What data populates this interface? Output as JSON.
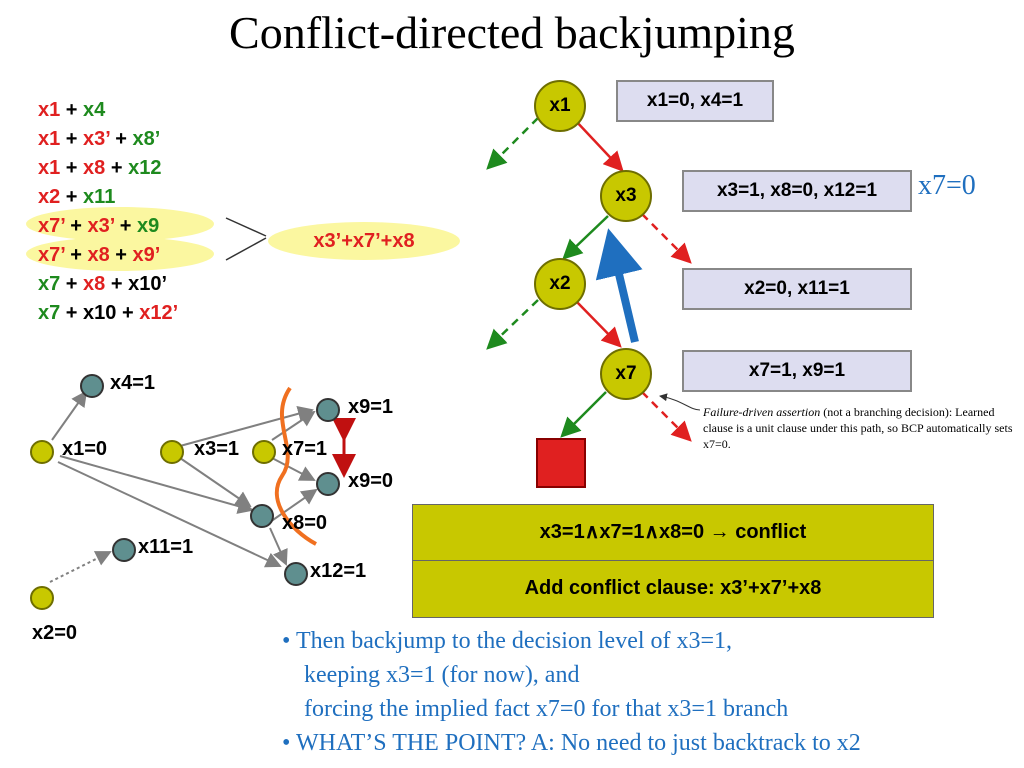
{
  "title": "Conflict-directed backjumping",
  "clauses": [
    [
      {
        "t": "x1",
        "c": "r"
      },
      {
        "t": " + ",
        "c": "k"
      },
      {
        "t": "x4",
        "c": "g"
      }
    ],
    [
      {
        "t": "x1",
        "c": "r"
      },
      {
        "t": " + ",
        "c": "k"
      },
      {
        "t": "x3’",
        "c": "r"
      },
      {
        "t": " + ",
        "c": "k"
      },
      {
        "t": "x8’",
        "c": "g"
      }
    ],
    [
      {
        "t": "x1",
        "c": "r"
      },
      {
        "t": " + ",
        "c": "k"
      },
      {
        "t": "x8",
        "c": "r"
      },
      {
        "t": " + ",
        "c": "k"
      },
      {
        "t": "x12",
        "c": "g"
      }
    ],
    [
      {
        "t": "x2",
        "c": "r"
      },
      {
        "t": " + ",
        "c": "k"
      },
      {
        "t": "x11",
        "c": "g"
      }
    ],
    [
      {
        "t": "x7’",
        "c": "r"
      },
      {
        "t": " + ",
        "c": "k"
      },
      {
        "t": "x3’",
        "c": "r"
      },
      {
        "t": " + ",
        "c": "k"
      },
      {
        "t": "x9",
        "c": "g"
      }
    ],
    [
      {
        "t": "x7’",
        "c": "r"
      },
      {
        "t": " + ",
        "c": "k"
      },
      {
        "t": "x8",
        "c": "r"
      },
      {
        "t": " + ",
        "c": "k"
      },
      {
        "t": "x9’",
        "c": "r"
      }
    ],
    [
      {
        "t": "x7",
        "c": "g"
      },
      {
        "t": " + ",
        "c": "k"
      },
      {
        "t": "x8",
        "c": "r"
      },
      {
        "t": " + ",
        "c": "k"
      },
      {
        "t": "x10’",
        "c": "k"
      }
    ],
    [
      {
        "t": "x7",
        "c": "g"
      },
      {
        "t": " + ",
        "c": "k"
      },
      {
        "t": "x10",
        "c": "k"
      },
      {
        "t": " + ",
        "c": "k"
      },
      {
        "t": "x12’",
        "c": "r"
      }
    ]
  ],
  "learned_clause": "x3’+x7’+x8",
  "tree": {
    "nodes": [
      "x1",
      "x3",
      "x2",
      "x7"
    ],
    "assignments": [
      "x1=0, x4=1",
      "x3=1, x8=0, x12=1",
      "x2=0, x11=1",
      "x7=1, x9=1"
    ],
    "forced_label": "x7=0"
  },
  "note": {
    "italic": "Failure-driven assertion",
    "rest": " (not a branching decision): Learned clause is a unit clause under this path, so BCP automatically sets x7=0."
  },
  "conflict": {
    "line1": "x3=1∧x7=1∧x8=0 → conflict",
    "line2": "Add conflict clause: x3’+x7’+x8"
  },
  "graph_labels": {
    "x4": "x4=1",
    "x1": "x1=0",
    "x3": "x3=1",
    "x7": "x7=1",
    "x9a": "x9=1",
    "x9b": "x9=0",
    "x8": "x8=0",
    "x11": "x11=1",
    "x12": "x12=1",
    "x2": "x2=0"
  },
  "bullets": {
    "b1_line1": "• Then backjump to the decision level of x3=1,",
    "b1_line2": "keeping x3=1 (for now), and",
    "b1_line3": "forcing the implied fact x7=0 for that x3=1 branch",
    "b2": "• WHAT’S THE POINT?  A: No need to just backtrack to x2"
  },
  "colors": {
    "red": "#e02020",
    "green": "#1e8a1e",
    "blue": "#1f6fbf",
    "node_yellow": "#c8c800",
    "node_teal": "#5f8f8f",
    "highlight": "#fbf7a0",
    "box_lavender": "#ddddf0"
  }
}
